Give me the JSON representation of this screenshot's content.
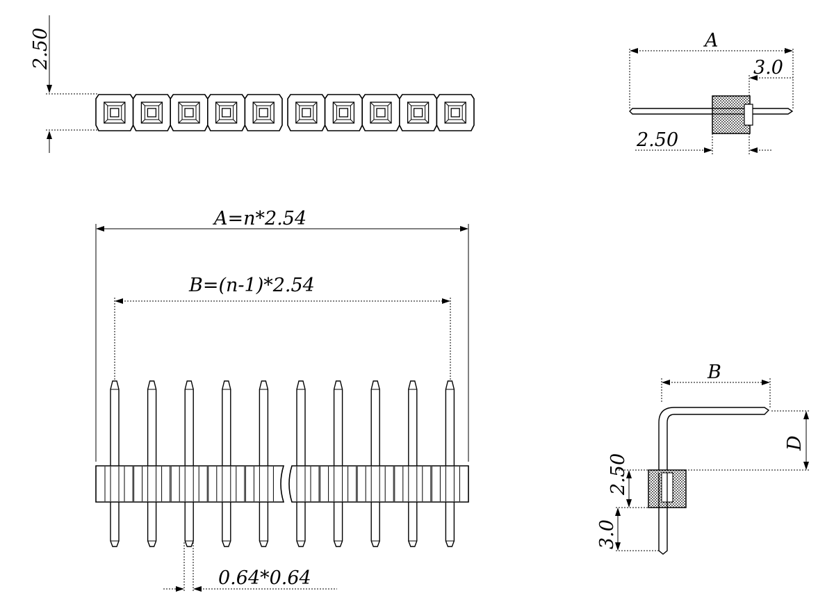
{
  "diagram": {
    "labels": {
      "top_height": "2.50",
      "side_total": "A",
      "side_right": "3.0",
      "side_left": "2.50",
      "front_total": "A=n*2.54",
      "front_pitch": "B=(n-1)*2.54",
      "pin_section": "0.64*0.64",
      "ra_width": "B",
      "ra_height": "D",
      "ra_body": "2.50",
      "ra_tail": "3.0"
    },
    "pin_count": 10
  }
}
